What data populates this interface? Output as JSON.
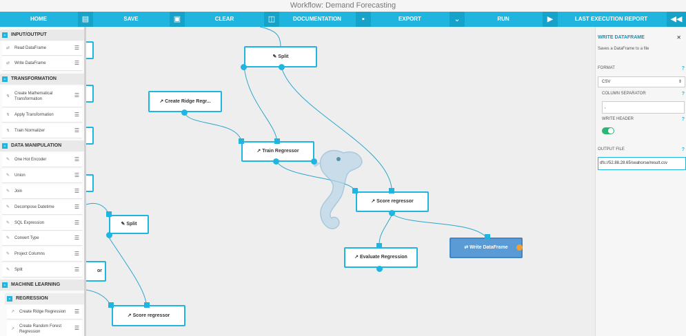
{
  "window_title": "Workflow: Demand Forecasting",
  "toolbar": {
    "home": "HOME",
    "save": "SAVE",
    "clear": "CLEAR",
    "documentation": "DOCUMENTATION",
    "export": "EXPORT",
    "run": "RUN",
    "last_execution_report": "LAST EXECUTION REPORT",
    "accent_color": "#1fb5de"
  },
  "sidebar": {
    "categories": [
      {
        "label": "INPUT/OUTPUT",
        "items": [
          {
            "label": "Read DataFrame",
            "icon": "exchange-icon"
          },
          {
            "label": "Write DataFrame",
            "icon": "exchange-icon"
          }
        ]
      },
      {
        "label": "TRANSFORMATION",
        "items": [
          {
            "label": "Create Mathematical Transformation",
            "icon": "bolt-icon"
          },
          {
            "label": "Apply Transformation",
            "icon": "bolt-icon"
          },
          {
            "label": "Train Normalizer",
            "icon": "bolt-icon"
          }
        ]
      },
      {
        "label": "DATA MANIPULATION",
        "items": [
          {
            "label": "One Hot Encoder",
            "icon": "edit-icon"
          },
          {
            "label": "Union",
            "icon": "edit-icon"
          },
          {
            "label": "Join",
            "icon": "edit-icon"
          },
          {
            "label": "Decompose Datetime",
            "icon": "edit-icon"
          },
          {
            "label": "SQL Expression",
            "icon": "edit-icon"
          },
          {
            "label": "Convert Type",
            "icon": "edit-icon"
          },
          {
            "label": "Project Columns",
            "icon": "edit-icon"
          },
          {
            "label": "Split",
            "icon": "edit-icon"
          }
        ]
      },
      {
        "label": "MACHINE LEARNING",
        "items": []
      }
    ],
    "subcategory": {
      "label": "REGRESSION",
      "items": [
        {
          "label": "Create Ridge Regression",
          "icon": "chart-icon"
        },
        {
          "label": "Create Random Forest Regression",
          "icon": "chart-icon"
        }
      ]
    }
  },
  "canvas": {
    "nodes": {
      "split_top": "Split",
      "create_ridge": "Create Ridge Regr...",
      "train_regressor": "Train Regressor",
      "score_regressor": "Score regressor",
      "evaluate_regression": "Evaluate Regression",
      "write_dataframe": "Write DataFrame",
      "split_left": "Split",
      "score_regressor_bottom": "Score regressor",
      "partial_node": "or"
    },
    "logo": "seahorse-logo"
  },
  "panel": {
    "title": "WRITE DATAFRAME",
    "description": "Saves a DataFrame to a file",
    "format_label": "FORMAT",
    "format_value": "CSV",
    "column_separator_label": "COLUMN SEPARATOR",
    "column_separator_value": ",",
    "write_header_label": "WRITE HEADER",
    "write_header_on": true,
    "output_file_label": "OUTPUT FILE",
    "output_file_value": "dfs://52.88.28.65/seahorse/result.csv"
  }
}
